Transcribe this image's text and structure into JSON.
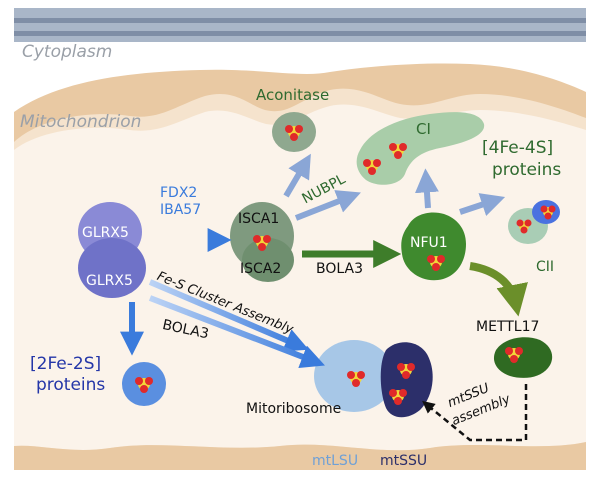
{
  "regions": {
    "cytoplasm": "Cytoplasm",
    "mitochondrion": "Mitochondrion"
  },
  "proteins": {
    "glrx5_top": "GLRX5",
    "glrx5_bottom": "GLRX5",
    "isca1": "ISCA1",
    "isca2": "ISCA2",
    "nfu1": "NFU1",
    "aconitase": "Aconitase",
    "ci": "CI",
    "cii": "CII",
    "metttl17": "METTL17",
    "mitoribosome": "Mitoribosome"
  },
  "pathway_labels": {
    "fdx2": "FDX2",
    "iba57": "IBA57",
    "nubpl": "NUBPL",
    "bola3_upper": "BOLA3",
    "bola3_lower": "BOLA3",
    "fes_assembly": "Fe-S Cluster Assembly",
    "mtssu_assembly_1": "mtSSU",
    "mtssu_assembly_2": "assembly"
  },
  "products": {
    "fe4s4_line1": "[4Fe-4S]",
    "fe4s4_line2": "proteins",
    "fe2s2_line1": "[2Fe-2S]",
    "fe2s2_line2": "proteins"
  },
  "legend": {
    "mtlsu": "mtLSU",
    "mtssu": "mtSSU"
  },
  "colors": {
    "cytoplasm_band": "#a9b6c8",
    "membrane_tan": "#e9c9a3",
    "matrix": "#fbf3ea",
    "glrx5": "#6f72c8",
    "isca": "#6f8f6f",
    "nfu1": "#3f8a2e",
    "metttl17": "#2f6a22",
    "aconitase": "#7f9a7f",
    "ci": "#9fc59f",
    "cii": "#9fc5b0",
    "mtlsu": "#a7c7e7",
    "mtssu": "#2c2f6a",
    "fe2s2_protein": "#5a8fe0",
    "arrow_blue": "#3a7bdc",
    "arrow_light_blue": "#8aa6d6",
    "arrow_green": "#3e7d2a",
    "arrow_olive": "#6b8f2a",
    "label_dark_blue": "#2436a8",
    "label_green": "#2f6a2f",
    "label_fdx": "#3a7bdc"
  }
}
